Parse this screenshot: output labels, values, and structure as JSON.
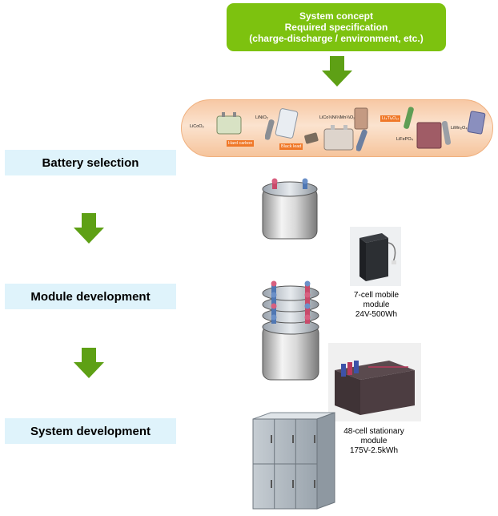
{
  "header": {
    "lines": [
      "System concept",
      "Required specification",
      "(charge-discharge / environment, etc.)"
    ]
  },
  "stages": {
    "battery": "Battery selection",
    "module": "Module development",
    "system": "System development"
  },
  "materials": {
    "licoo2": "LiCoO₂",
    "linio2": "LiNiO₂",
    "ncm": "LiCo⅓Ni⅓Mn⅓O₂",
    "lto": "Li₄Ti₅O₁₂",
    "lifepo4": "LiFePO₄",
    "limn2o4": "LiMn₂O₄",
    "hard_carbon": "Hard carbon",
    "black_lead": "Black lead"
  },
  "products": {
    "mobile": [
      "7-cell mobile",
      "module",
      "24V-500Wh"
    ],
    "stationary": [
      "48-cell stationary",
      "module",
      "175V-2.5kWh"
    ]
  },
  "colors": {
    "accent_green": "#7dc20f",
    "arrow_green": "#5ea015",
    "stage_bg": "#dff3fb"
  }
}
